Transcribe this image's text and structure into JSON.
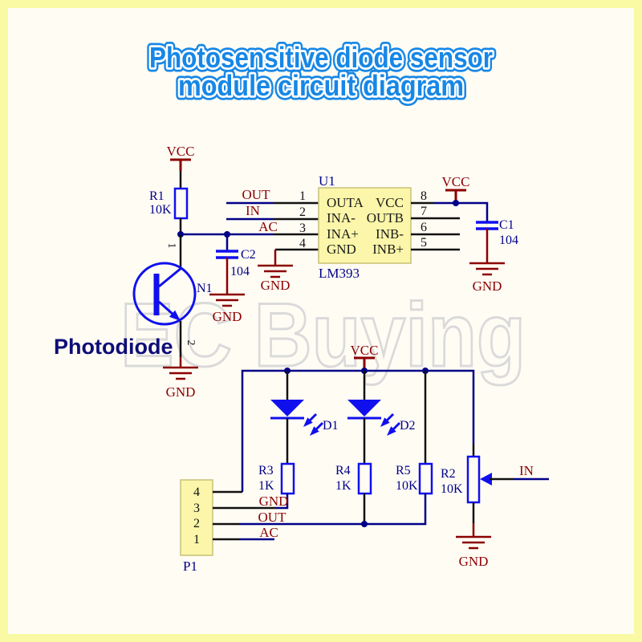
{
  "title": {
    "line1": "Photosensitive diode sensor",
    "line2": "module circuit diagram"
  },
  "watermark": "EC Buying",
  "photodiode_label": "Photodiode",
  "nets": {
    "vcc": "VCC",
    "gnd": "GND",
    "out": "OUT",
    "in": "IN",
    "ac": "AC"
  },
  "components": {
    "r1": {
      "ref": "R1",
      "value": "10K"
    },
    "r2": {
      "ref": "R2",
      "value": "10K"
    },
    "r3": {
      "ref": "R3",
      "value": "1K"
    },
    "r4": {
      "ref": "R4",
      "value": "1K"
    },
    "r5": {
      "ref": "R5",
      "value": "10K"
    },
    "c1": {
      "ref": "C1",
      "value": "104"
    },
    "c2": {
      "ref": "C2",
      "value": "104"
    },
    "d1": {
      "ref": "D1"
    },
    "d2": {
      "ref": "D2"
    },
    "n1": {
      "ref": "N1",
      "pin1": "1",
      "pin2": "2"
    },
    "u1": {
      "ref": "U1",
      "part": "LM393",
      "rows": [
        {
          "left_pin": "1",
          "left": "OUTA",
          "right": "VCC",
          "right_pin": "8"
        },
        {
          "left_pin": "2",
          "left": "INA-",
          "right": "OUTB",
          "right_pin": "7"
        },
        {
          "left_pin": "3",
          "left": "INA+",
          "right": "INB-",
          "right_pin": "6"
        },
        {
          "left_pin": "4",
          "left": "GND",
          "right": "INB+",
          "right_pin": "5"
        }
      ]
    },
    "p1": {
      "ref": "P1",
      "pins": [
        "4",
        "3",
        "2",
        "1"
      ]
    }
  },
  "colors": {
    "background": "#FFFCF4",
    "border_yellow": "#FAFAA5",
    "title_blue": "#1787E6",
    "component_blue": "#1010EE",
    "wire_navy": "#000087",
    "label_red": "#8B0000",
    "ic_fill": "#FBF6A9",
    "watermark_gray": "#DADADA"
  }
}
